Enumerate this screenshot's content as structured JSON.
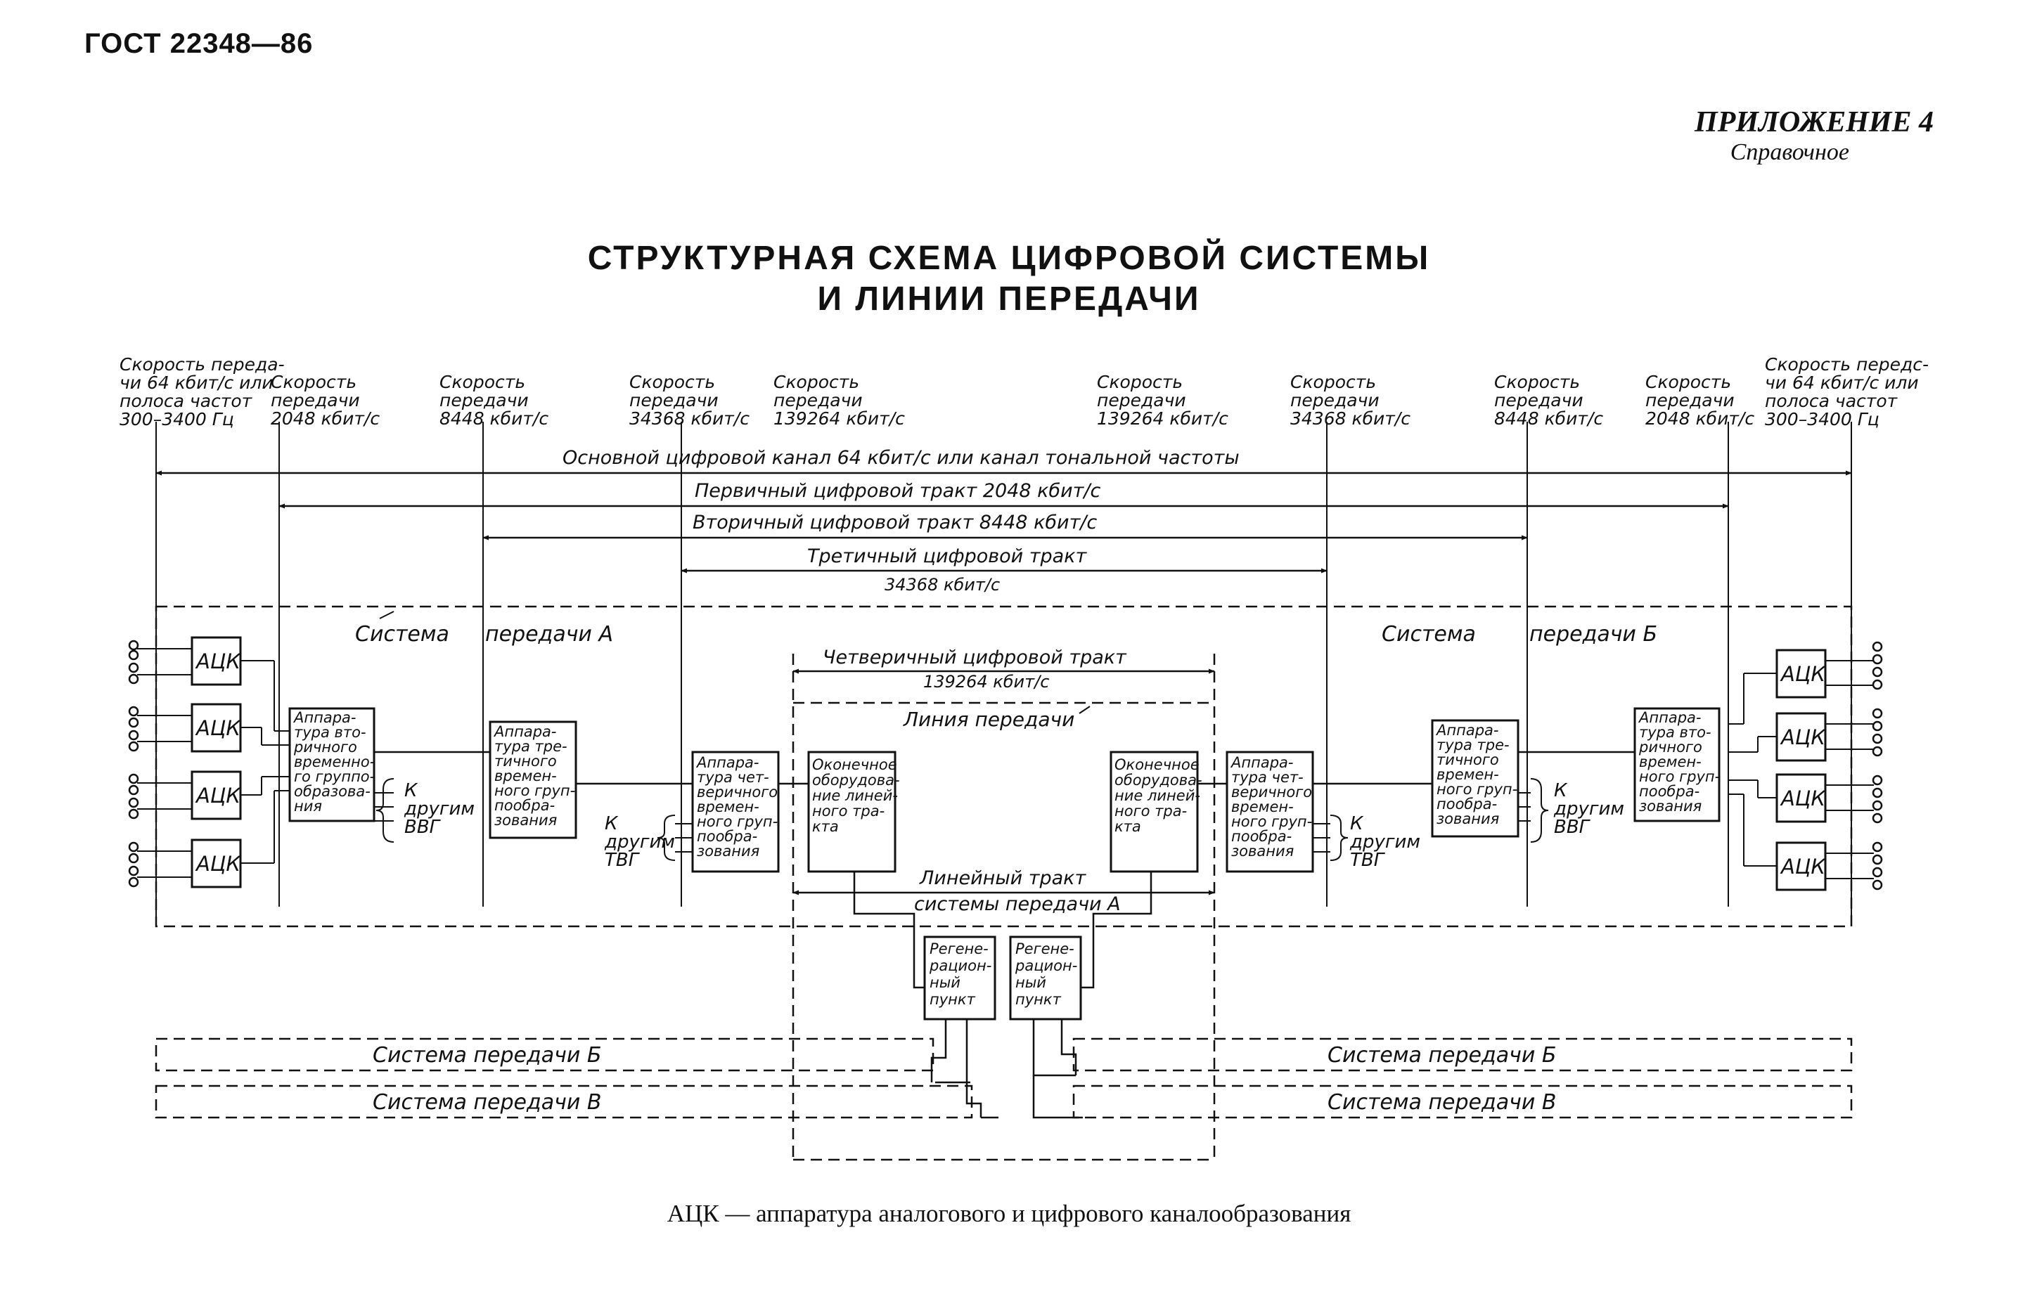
{
  "document": {
    "code": "ГОСТ 22348—86",
    "appendix_title": "ПРИЛОЖЕНИЕ 4",
    "appendix_type": "Справочное",
    "title_line1": "СТРУКТУРНАЯ СХЕМА ЦИФРОВОЙ СИСТЕМЫ",
    "title_line2": "И ЛИНИИ ПЕРЕДАЧИ",
    "footnote": "АЦК — аппаратура аналогового и цифрового каналообразования"
  },
  "speed_labels": [
    [
      "Скорость переда-",
      "чи 64 кбит/с или",
      "полоса частот",
      "300–3400 Гц"
    ],
    [
      "Скорость",
      "передачи",
      "2048 кбит/с"
    ],
    [
      "Скорость",
      "передачи",
      "8448 кбит/с"
    ],
    [
      "Скорость",
      "передачи",
      "34368 кбит/с"
    ],
    [
      "Скорость",
      "передачи",
      "139264 кбит/с"
    ],
    [
      "Скорость",
      "передачи",
      "139264 кбит/с"
    ],
    [
      "Скорость",
      "передачи",
      "34368 кбит/с"
    ],
    [
      "Скорость",
      "передачи",
      "8448 кбит/с"
    ],
    [
      "Скорость",
      "передачи",
      "2048 кбит/с"
    ],
    [
      "Скорость передс-",
      "чи 64 кбит/с или",
      "полоса частот",
      "300–3400 Гц"
    ]
  ],
  "paths": {
    "basic": "Основной      цифровой   канал  64 кбит/с или  канал тональной  частоты",
    "primary": "Первичный цифровой тракт  2048  кбит/с",
    "secondary": "Вторичный цифровой тракт  8448 кбит/с",
    "tertiary": "Третичный цифровой тракт",
    "tertiary_speed": "34368 кбит/с",
    "quaternary": "Четверичный цифровой тракт",
    "quaternary_speed": "139264 кбит/с",
    "line_path": "Линейный тракт",
    "line_path_2": "системы передачи А"
  },
  "systems": {
    "system_a_1": "Система",
    "system_a_2": "передачи А",
    "system_b_1": "Система",
    "system_b_2": "передачи Б",
    "line_label": "Линия  передачи",
    "sys_b_row": "Система    передачи  Б",
    "sys_v_row": "Система    передачи  В"
  },
  "blocks": {
    "ack": "АЦК",
    "secondary_mux": [
      "Аппара-",
      "тура вто-",
      "ричного",
      "временно-",
      "го группо-",
      "образова-",
      "ния"
    ],
    "tertiary_mux_l": [
      "Аппара-",
      "тура тре-",
      "тичного",
      "времен-",
      "ного груп-",
      "пообра-",
      "зования"
    ],
    "quaternary_mux_l": [
      "Аппара-",
      "тура чет-",
      "веричного",
      "времен-",
      "ного груп-",
      "пообра-",
      "зования"
    ],
    "terminal_l": [
      "Оконечное",
      "оборудова-",
      "ние линей-",
      "ного тра-",
      "кта"
    ],
    "terminal_r": [
      "Оконечное",
      "оборудова-",
      "ние линей-",
      "ного тра-",
      "кта"
    ],
    "quaternary_mux_r": [
      "Аппара-",
      "тура чет-",
      "веричного",
      "времен-",
      "ного груп-",
      "пообра-",
      "зования"
    ],
    "tertiary_mux_r": [
      "Аппара-",
      "тура тре-",
      "тичного",
      "времен-",
      "ного груп-",
      "пообра-",
      "зования"
    ],
    "secondary_mux_r": [
      "Аппара-",
      "тура вто-",
      "ричного",
      "времен-",
      "ного груп-",
      "пообра-",
      "зования"
    ],
    "regen": [
      "Регене-",
      "рацион-",
      "ный",
      "пункт"
    ]
  },
  "to_others": {
    "vvg_l": [
      "К",
      "другим",
      "ВВГ"
    ],
    "tvg_l": [
      "К",
      "другим",
      "ТВГ"
    ],
    "tvg_r": [
      "К",
      "другим",
      "ТВГ"
    ],
    "vvg_r": [
      "К",
      "другим",
      "ВВГ"
    ]
  }
}
